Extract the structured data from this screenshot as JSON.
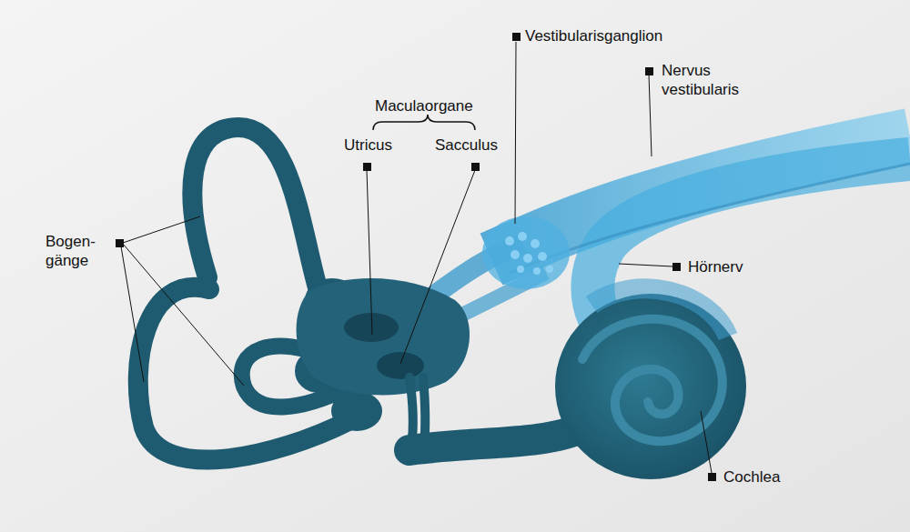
{
  "diagram": {
    "labels": [
      "Vestibularisganglion",
      "Nervus vestibularis",
      "Maculaorgane",
      "Utricus",
      "Sacculus",
      "Bogen- gänge",
      "Hörnerv",
      "Cochlea"
    ]
  }
}
